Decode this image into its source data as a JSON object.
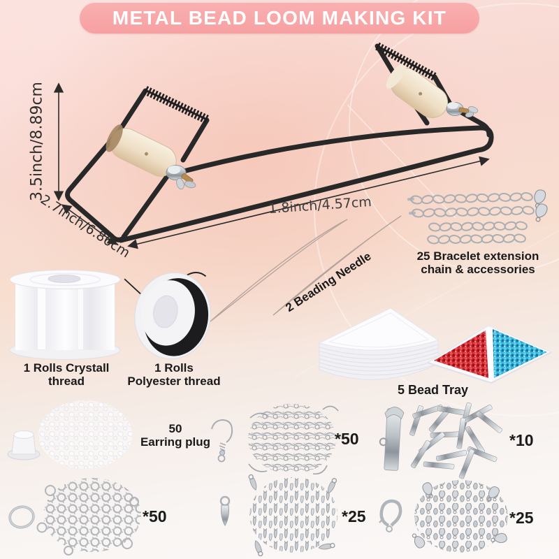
{
  "banner": {
    "title": "METAL BEAD LOOM MAKING KIT"
  },
  "loom": {
    "dim_height": "3.5inch/8.89cm",
    "dim_depth": "2.7inch/6.86cm",
    "dim_length": "1.8inch/4.57cm"
  },
  "items": {
    "beading_needles": {
      "label": "2 Beading Needle"
    },
    "extension_chains": {
      "line1": "25 Bracelet extension",
      "line2": "chain & accessories"
    },
    "crystal_thread": {
      "line1": "1 Rolls Crystall",
      "line2": "thread"
    },
    "polyester_thread": {
      "line1": "1 Rolls",
      "line2": "Polyester thread"
    },
    "bead_tray": {
      "label": "5 Bead Tray"
    },
    "earring_plugs": {
      "line1": "50",
      "line2": "Earring plug"
    },
    "earring_hooks": {
      "count": "*50"
    },
    "tube_clasps": {
      "count": "*10"
    },
    "jump_rings": {
      "count": "*50"
    },
    "drop_charms": {
      "count": "*25"
    },
    "lobster_clasps": {
      "count": "*25"
    }
  },
  "colors": {
    "banner_bg": "#f8a6a7",
    "banner_text": "#ffffff",
    "label_text": "#191919",
    "frame_black": "#282828",
    "roller_beige": "#eedec4",
    "silver": "#b9bfc4",
    "brass": "#b68c50",
    "red_beads": "#c81f26",
    "blue_beads": "#2ba8d4",
    "background_peach": "#f8d8d0"
  }
}
